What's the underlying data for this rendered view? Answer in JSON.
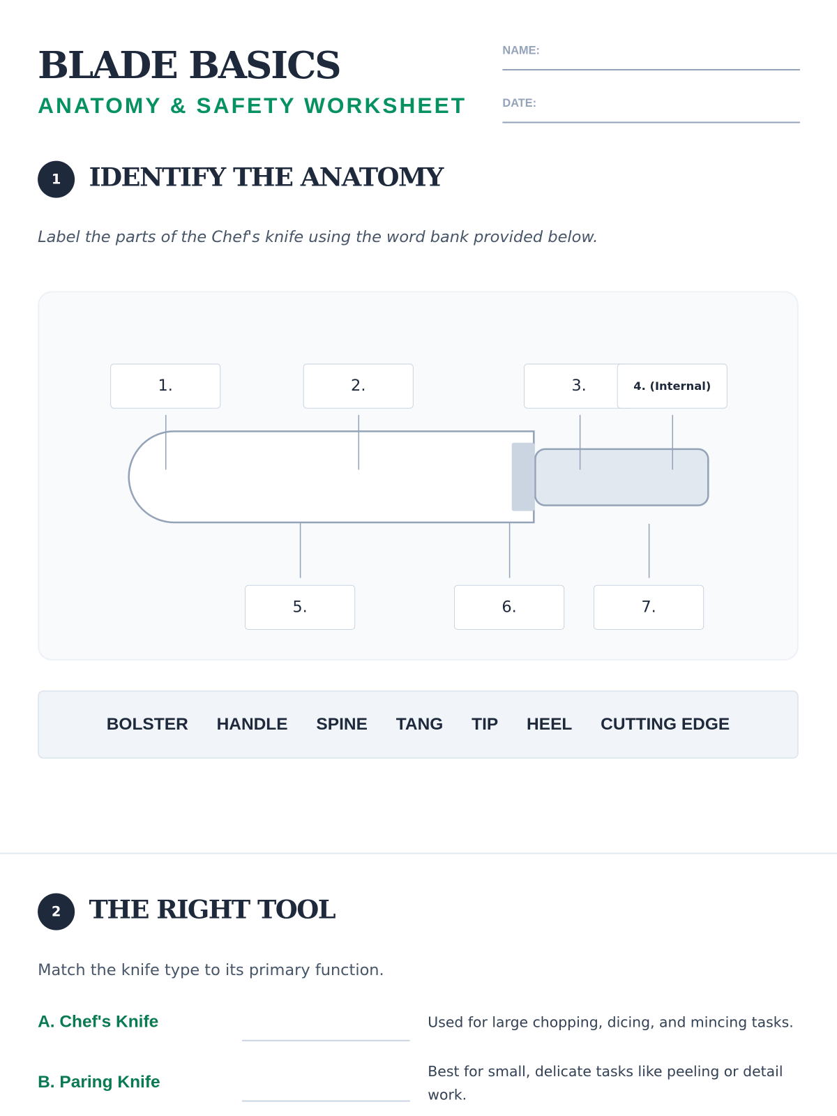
{
  "header": {
    "title": "BLADE BASICS",
    "subtitle": "ANATOMY & SAFETY WORKSHEET",
    "name_label": "NAME:",
    "date_label": "DATE:"
  },
  "section1": {
    "number": "1",
    "heading": "IDENTIFY THE ANATOMY",
    "instruction": "Label the parts of the Chef's knife using the word bank provided below.",
    "labels": [
      "1.",
      "2.",
      "3.",
      "4. (Internal)",
      "5.",
      "6.",
      "7."
    ],
    "word_bank": [
      "BOLSTER",
      "HANDLE",
      "SPINE",
      "TANG",
      "TIP",
      "HEEL",
      "CUTTING EDGE"
    ]
  },
  "section2": {
    "number": "2",
    "heading": "THE RIGHT TOOL",
    "instruction": "Match the knife type to its primary function.",
    "rows": [
      {
        "knife": "A. Chef's Knife",
        "function": "Used for large chopping, dicing, and mincing tasks."
      },
      {
        "knife": "B. Paring Knife",
        "function": "Best for small, delicate tasks like peeling or detail work."
      }
    ]
  },
  "colors": {
    "accent": "#069160",
    "ink": "#1e293b",
    "muted": "#94a3b8"
  }
}
